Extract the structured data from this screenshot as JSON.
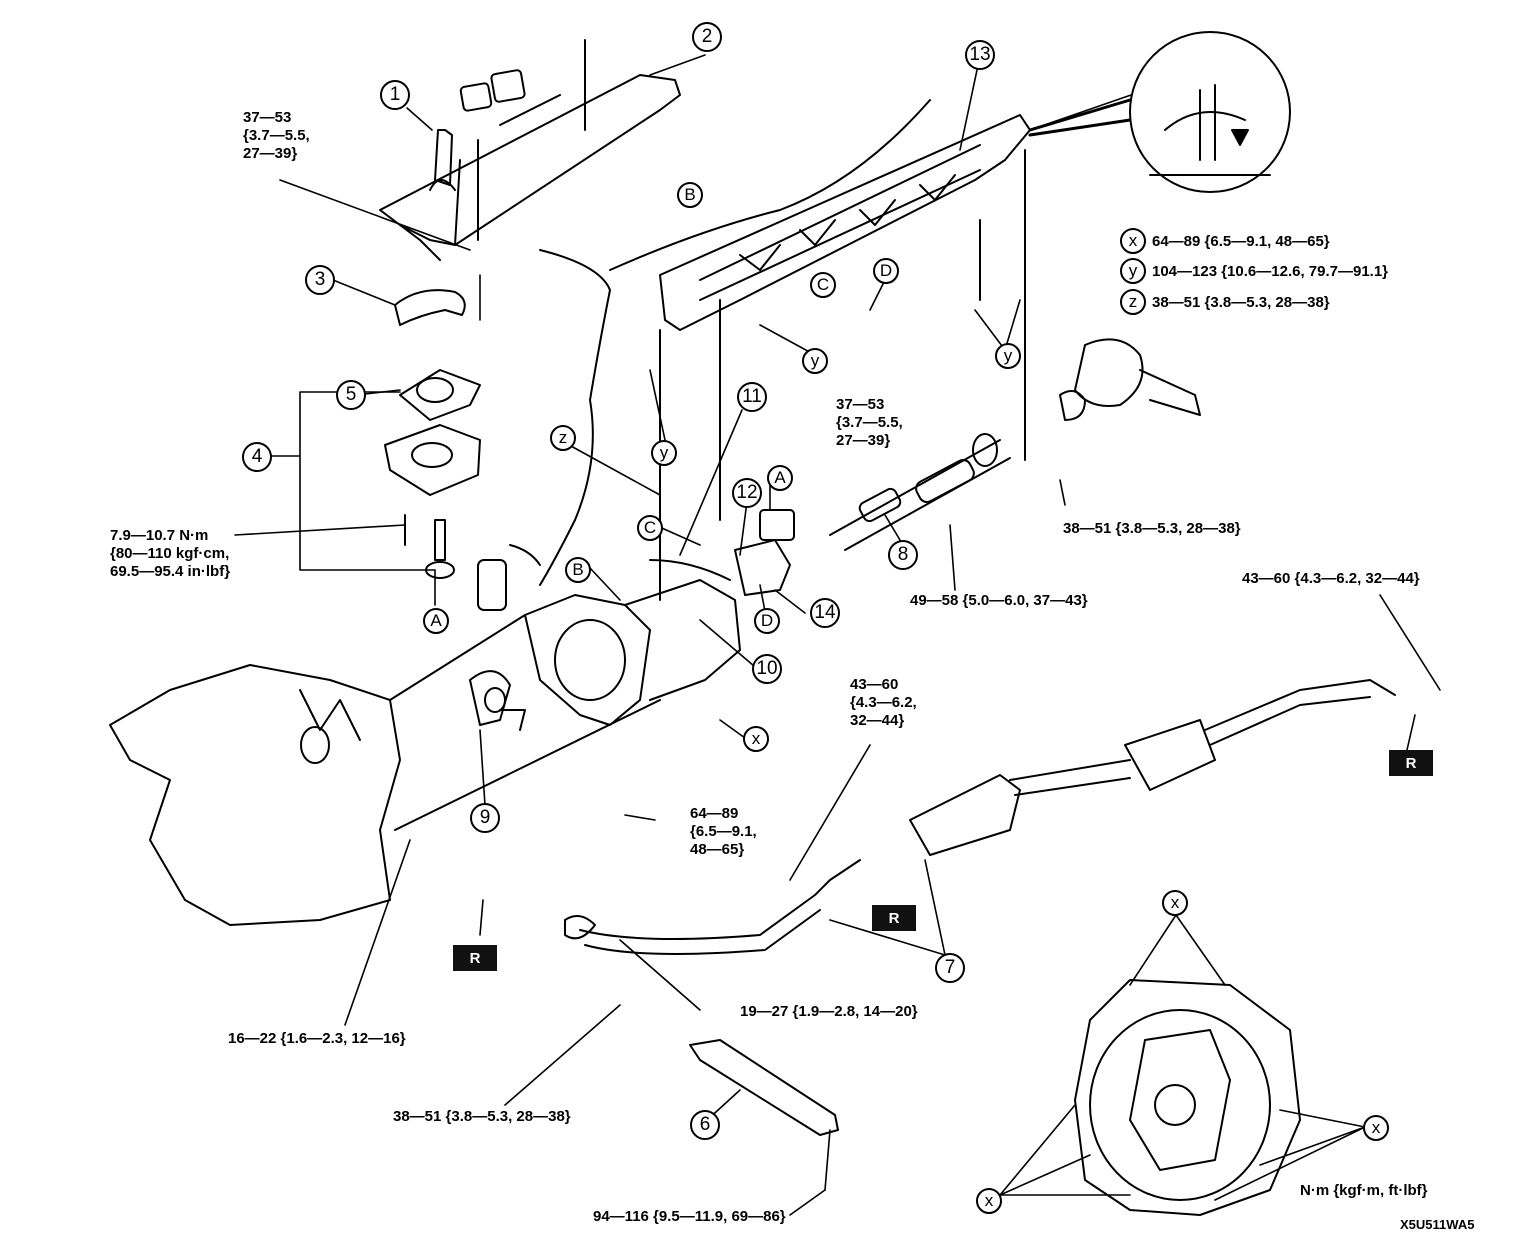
{
  "callouts": [
    "1",
    "2",
    "3",
    "4",
    "5",
    "6",
    "7",
    "8",
    "9",
    "10",
    "11",
    "12",
    "13",
    "14"
  ],
  "letters": {
    "A": "A",
    "B": "B",
    "C": "C",
    "D": "D",
    "x": "x",
    "y": "y",
    "z": "z"
  },
  "reuse_label": "R",
  "torque": {
    "t_37_53_top": [
      "37—53",
      "{3.7—5.5,",
      "27—39}"
    ],
    "t_37_53_mid": [
      "37—53",
      "{3.7—5.5,",
      "27—39}"
    ],
    "t_7_9": [
      "7.9—10.7 N·m",
      "{80—110 kgf·cm,",
      "69.5—95.4 in·lbf}"
    ],
    "t_38_51_right": "38—51 {3.8—5.3, 28—38}",
    "t_49_58": "49—58 {5.0—6.0, 37—43}",
    "t_43_60_right": "43—60 {4.3—6.2, 32—44}",
    "t_43_60_mid": [
      "43—60",
      "{4.3—6.2,",
      "32—44}"
    ],
    "t_64_89_mid": [
      "64—89",
      "{6.5—9.1,",
      "48—65}"
    ],
    "t_19_27": "19—27 {1.9—2.8, 14—20}",
    "t_16_22": "16—22 {1.6—2.3, 12—16}",
    "t_38_51_bottom": "38—51 {3.8—5.3, 28—38}",
    "t_94_116": "94—116 {9.5—11.9, 69—86}"
  },
  "legend": [
    {
      "symbol": "x",
      "text": "64—89 {6.5—9.1, 48—65}"
    },
    {
      "symbol": "y",
      "text": "104—123 {10.6—12.6, 79.7—91.1}"
    },
    {
      "symbol": "z",
      "text": "38—51 {3.8—5.3, 28—38}"
    }
  ],
  "units": "N·m {kgf·m, ft·lbf}",
  "figure_code": "X5U511WA5"
}
